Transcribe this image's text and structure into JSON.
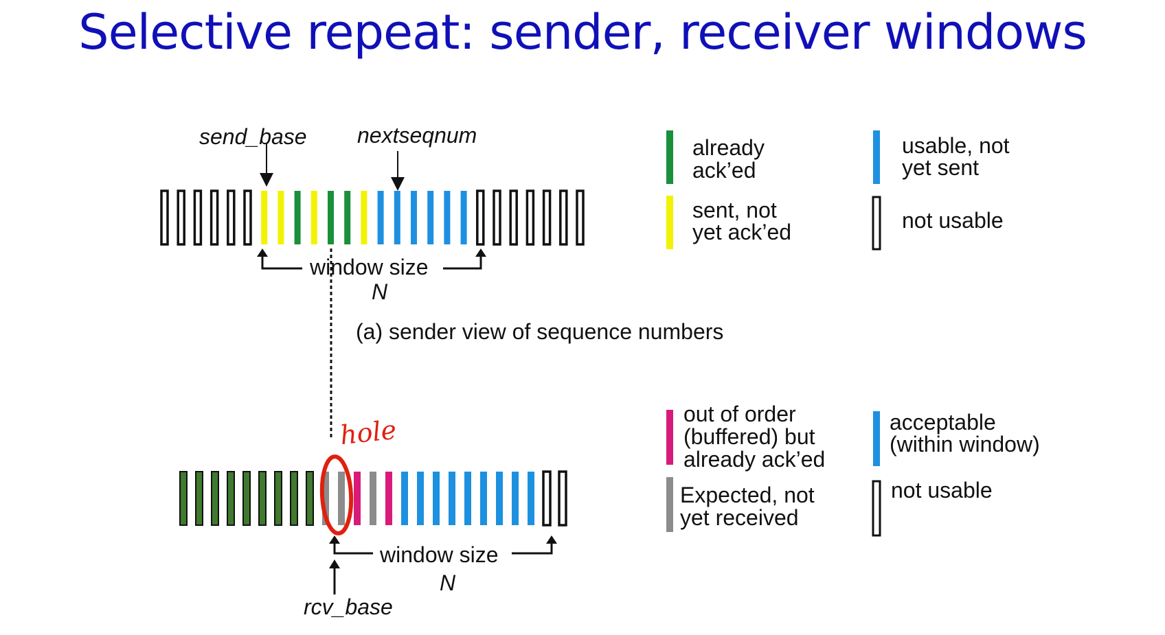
{
  "title": "Selective repeat: sender, receiver windows",
  "colors": {
    "acked": "#1a8f3c",
    "sent_not_acked": "#f2f205",
    "usable": "#1e90e0",
    "not_usable": "#ffffff",
    "out_of_order": "#d81b7a",
    "expected": "#8c8c8c",
    "rcv_acked": "#3f7a2e",
    "annotation": "#e02010"
  },
  "sender": {
    "send_base_label": "send_base",
    "nextseqnum_label": "nextseqnum",
    "window_label": "window size",
    "window_n": "N",
    "caption": "(a) sender view of sequence numbers",
    "cells": [
      "empty",
      "empty",
      "empty",
      "empty",
      "empty",
      "empty",
      "sent",
      "sent",
      "acked",
      "sent",
      "acked",
      "acked",
      "sent",
      "usable",
      "usable",
      "usable",
      "usable",
      "usable",
      "usable",
      "empty",
      "empty",
      "empty",
      "empty",
      "empty",
      "empty",
      "empty"
    ]
  },
  "sender_legend": [
    {
      "color_key": "acked",
      "line1": "already",
      "line2": "ack’ed"
    },
    {
      "color_key": "sent_not_acked",
      "line1": "sent, not",
      "line2": "yet ack’ed"
    },
    {
      "color_key": "usable",
      "line1": "usable, not",
      "line2": "yet sent"
    },
    {
      "color_key": "not_usable",
      "line1": "not usable",
      "line2": ""
    }
  ],
  "receiver": {
    "rcv_base_label": "rcv_base",
    "window_label": "window size",
    "window_n": "N",
    "hole_annotation": "hole",
    "cells": [
      "rcvacked",
      "rcvacked",
      "rcvacked",
      "rcvacked",
      "rcvacked",
      "rcvacked",
      "rcvacked",
      "rcvacked",
      "rcvacked",
      "expected",
      "expected",
      "outoforder",
      "expected",
      "outoforder",
      "usable",
      "usable",
      "usable",
      "usable",
      "usable",
      "usable",
      "usable",
      "usable",
      "usable",
      "empty",
      "empty"
    ]
  },
  "receiver_legend": [
    {
      "color_key": "out_of_order",
      "line1": "out of order",
      "line2": "(buffered) but",
      "line3": "already ack’ed"
    },
    {
      "color_key": "expected",
      "line1": "Expected,  not",
      "line2": "yet received",
      "line3": ""
    },
    {
      "color_key": "usable",
      "line1": "acceptable",
      "line2": "(within window)",
      "line3": ""
    },
    {
      "color_key": "not_usable",
      "line1": "not usable",
      "line2": "",
      "line3": ""
    }
  ]
}
